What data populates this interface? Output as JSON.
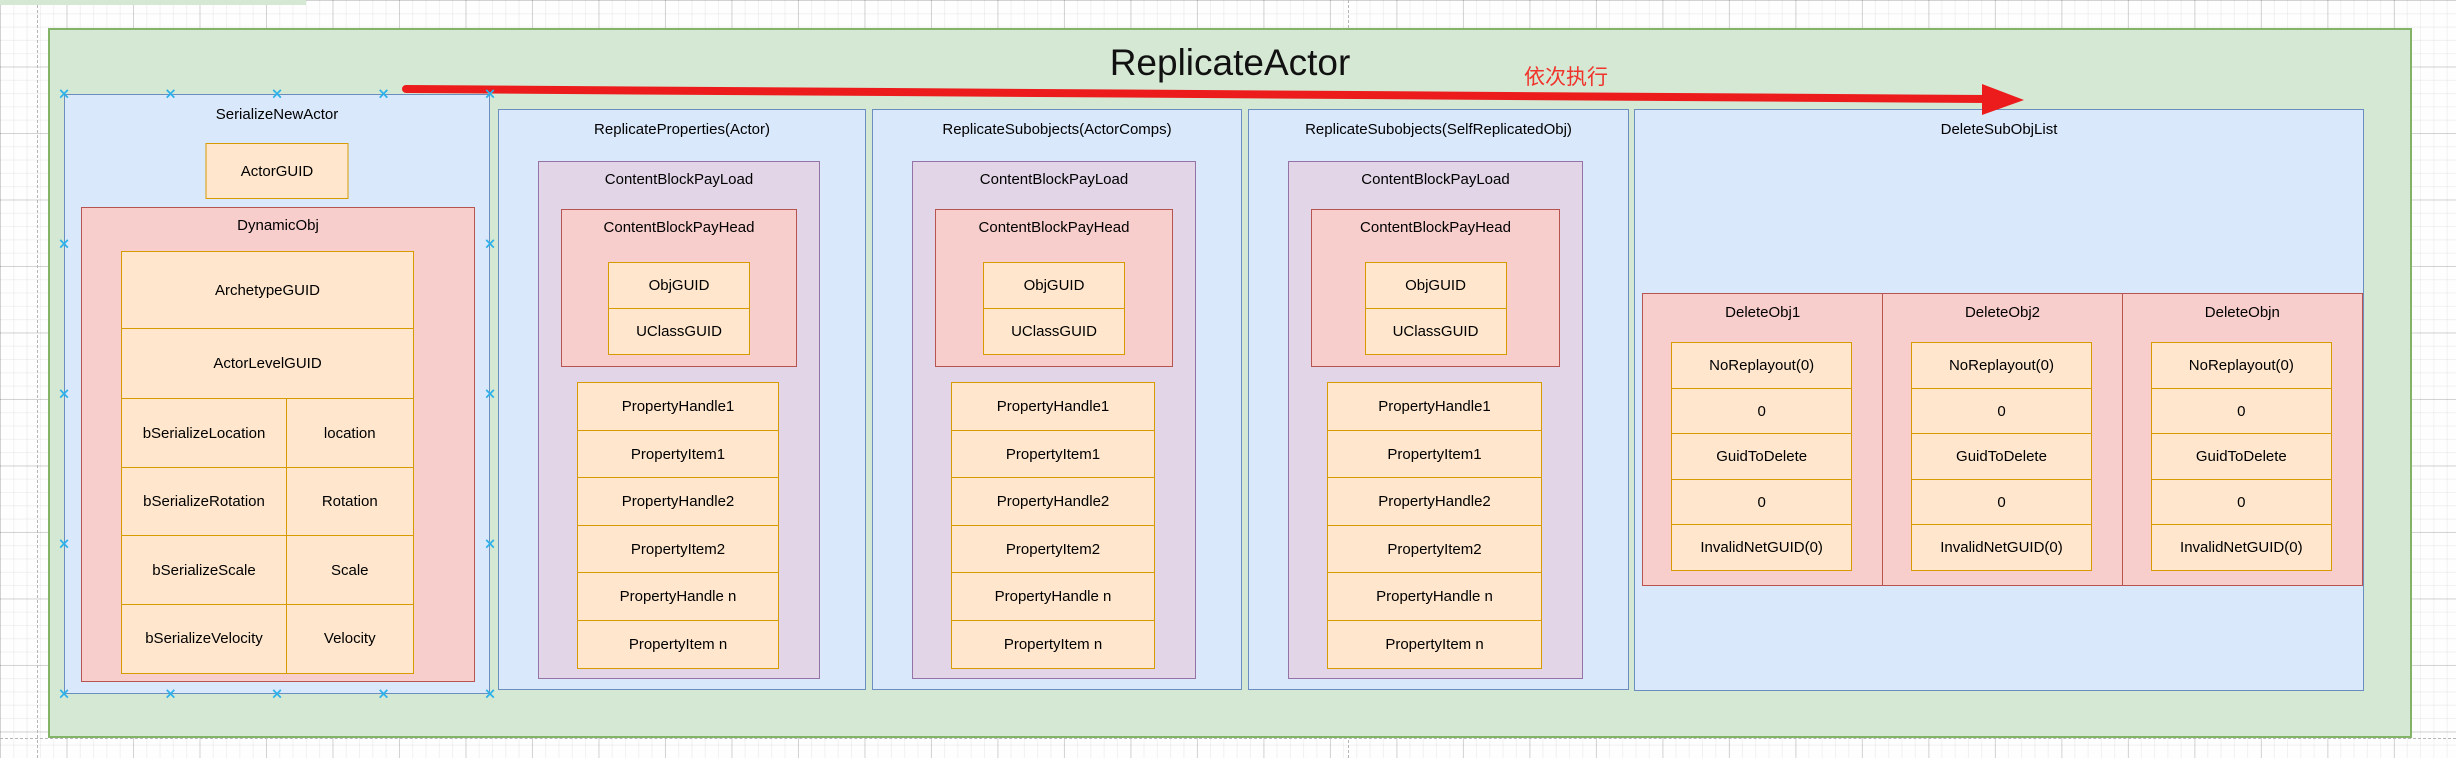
{
  "title": "ReplicateActor",
  "annotation": "依次执行",
  "colors": {
    "container_fill": "#d5e8d4",
    "container_stroke": "#82b366",
    "panel_fill": "#dae8fc",
    "panel_stroke": "#6c8ebf",
    "purple_fill": "#e1d5e7",
    "purple_stroke": "#9673a6",
    "pink_fill": "#f8cecc",
    "pink_stroke": "#b85450",
    "orange_fill": "#ffe6cc",
    "orange_stroke": "#d79b00",
    "arrow_color": "#ed1c1c",
    "annotation_color": "#f0342c",
    "connection_point_color": "#2db1ea"
  },
  "serialize_new_actor": {
    "title": "SerializeNewActor",
    "actor_guid_label": "ActorGUID",
    "dynamic_obj": {
      "title": "DynamicObj",
      "full_rows": [
        "ArchetypeGUID",
        "ActorLevelGUID"
      ],
      "pair_rows": [
        {
          "left": "bSerializeLocation",
          "right": "location"
        },
        {
          "left": "bSerializeRotation",
          "right": "Rotation"
        },
        {
          "left": "bSerializeScale",
          "right": "Scale"
        },
        {
          "left": "bSerializeVelocity",
          "right": "Velocity"
        }
      ]
    }
  },
  "replicate_panels": [
    {
      "title": "ReplicateProperties(Actor)",
      "payload_title": "ContentBlockPayLoad",
      "head_title": "ContentBlockPayHead",
      "head_rows": [
        "ObjGUID",
        "UClassGUID"
      ],
      "property_rows": [
        "PropertyHandle1",
        "PropertyItem1",
        "PropertyHandle2",
        "PropertyItem2",
        "PropertyHandle n",
        "PropertyItem n"
      ]
    },
    {
      "title": "ReplicateSubobjects(ActorComps)",
      "payload_title": "ContentBlockPayLoad",
      "head_title": "ContentBlockPayHead",
      "head_rows": [
        "ObjGUID",
        "UClassGUID"
      ],
      "property_rows": [
        "PropertyHandle1",
        "PropertyItem1",
        "PropertyHandle2",
        "PropertyItem2",
        "PropertyHandle n",
        "PropertyItem n"
      ]
    },
    {
      "title": "ReplicateSubobjects(SelfReplicatedObj)",
      "payload_title": "ContentBlockPayLoad",
      "head_title": "ContentBlockPayHead",
      "head_rows": [
        "ObjGUID",
        "UClassGUID"
      ],
      "property_rows": [
        "PropertyHandle1",
        "PropertyItem1",
        "PropertyHandle2",
        "PropertyItem2",
        "PropertyHandle n",
        "PropertyItem n"
      ]
    }
  ],
  "delete_sub_obj_list": {
    "title": "DeleteSubObjList",
    "items": [
      {
        "title": "DeleteObj1",
        "rows": [
          "NoReplayout(0)",
          "0",
          "GuidToDelete",
          "0",
          "InvalidNetGUID(0)"
        ]
      },
      {
        "title": "DeleteObj2",
        "rows": [
          "NoReplayout(0)",
          "0",
          "GuidToDelete",
          "0",
          "InvalidNetGUID(0)"
        ]
      },
      {
        "title": "DeleteObjn",
        "rows": [
          "NoReplayout(0)",
          "0",
          "GuidToDelete",
          "0",
          "InvalidNetGUID(0)"
        ]
      }
    ]
  }
}
